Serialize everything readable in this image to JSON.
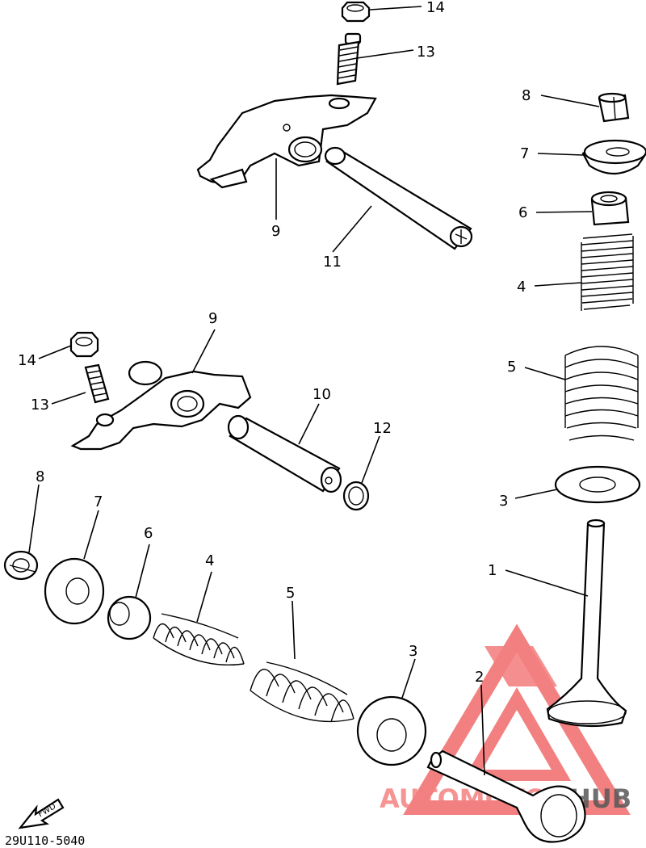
{
  "diagram": {
    "part_code": "29U110-5040",
    "fwd_label": "FWD",
    "watermark": {
      "text_red": "AUTOMOTO",
      "text_dark": "HUB",
      "red": "#f26b6b",
      "dark": "#3a3a3a"
    },
    "callouts": [
      {
        "id": "c14a",
        "text": "14"
      },
      {
        "id": "c13a",
        "text": "13"
      },
      {
        "id": "c9a",
        "text": "9"
      },
      {
        "id": "c11",
        "text": "11"
      },
      {
        "id": "c8a",
        "text": "8"
      },
      {
        "id": "c7a",
        "text": "7"
      },
      {
        "id": "c6a",
        "text": "6"
      },
      {
        "id": "c4a",
        "text": "4"
      },
      {
        "id": "c5a",
        "text": "5"
      },
      {
        "id": "c3a",
        "text": "3"
      },
      {
        "id": "c1",
        "text": "1"
      },
      {
        "id": "c9b",
        "text": "9"
      },
      {
        "id": "c14b",
        "text": "14"
      },
      {
        "id": "c13b",
        "text": "13"
      },
      {
        "id": "c10",
        "text": "10"
      },
      {
        "id": "c12",
        "text": "12"
      },
      {
        "id": "c8b",
        "text": "8"
      },
      {
        "id": "c7b",
        "text": "7"
      },
      {
        "id": "c6b",
        "text": "6"
      },
      {
        "id": "c4b",
        "text": "4"
      },
      {
        "id": "c5b",
        "text": "5"
      },
      {
        "id": "c3b",
        "text": "3"
      },
      {
        "id": "c2",
        "text": "2"
      }
    ]
  }
}
